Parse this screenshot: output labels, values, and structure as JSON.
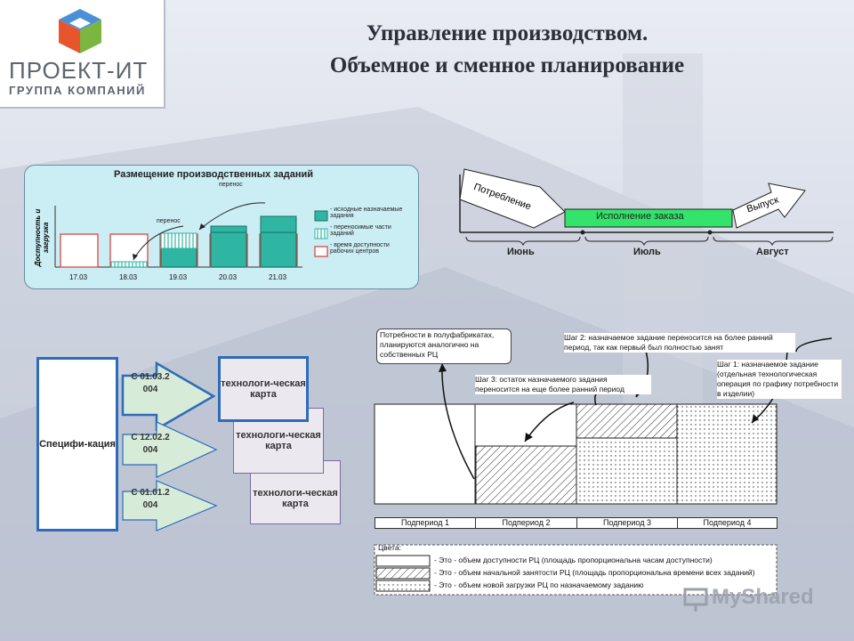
{
  "title_line1": "Управление производством.",
  "title_line2": "Объемное и сменное планирование",
  "logo": {
    "name": "ПРОЕКТ-ИТ",
    "subtitle": "ГРУППА КОМПАНИЙ"
  },
  "placement_chart": {
    "title": "Размещение производственных заданий",
    "ylabel": "Доступность и загрузка",
    "dates": [
      "17.03",
      "18.03",
      "19.03",
      "20.03",
      "21.03"
    ],
    "transfer_label": "перенос",
    "legend": [
      "- исходные назначаемые задания",
      "- переносимые части заданий",
      "- время доступности рабочих центров"
    ]
  },
  "timeline": {
    "consumption": "Потребление",
    "execution": "Исполнение заказа",
    "release": "Выпуск",
    "months": [
      "Июнь",
      "Июль",
      "Август"
    ]
  },
  "specification": "Специфи-кация",
  "arrows": [
    "С 01.03.2 004",
    "С 12.02.2 004",
    "С 01.01.2 004"
  ],
  "tech_card": "технологи-ческая карта",
  "steps": {
    "note_semifinished": "Потребности в полуфабрикатах, планируются аналогично на собственных РЦ",
    "step2": "Шаг 2: назначаемое задание переносится на более ранний период, так как первый был полностью занят",
    "step3": "Шаг 3: остаток назначаемого задания переносится на еще более ранний период",
    "step1": "Шаг 1: назначаемое задание (отдельная технологическая операция по графику потребности в изделии)",
    "subperiods": [
      "Подпериод 1",
      "Подпериод 2",
      "Подпериод 3",
      "Подпериод 4"
    ],
    "colors_title": "Цвета:",
    "legend": [
      "- Это - объем доступности РЦ (площадь пропорциональна часам доступности)",
      "- Это - объем начальной занятости РЦ (площадь пропорциональна времени всех заданий)",
      "- Это - объем новой загрузки РЦ по назначаемому заданию"
    ]
  },
  "watermark": "MyShared",
  "colors": {
    "teal": "#2eb6a3",
    "green": "#33e36b",
    "blue_border": "#2e6bb8",
    "arrow_fill": "#d7ecd8"
  }
}
